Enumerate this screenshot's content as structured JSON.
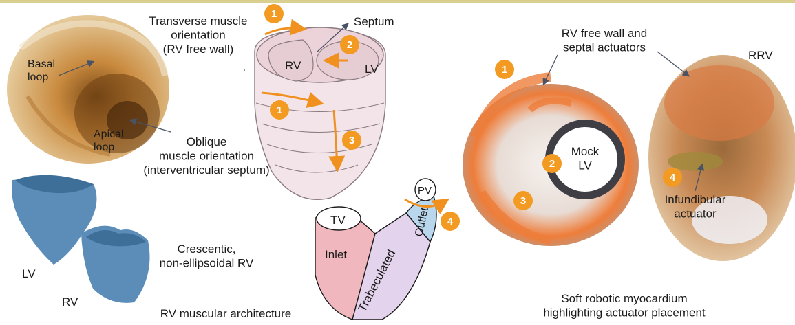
{
  "colors": {
    "top_bar": "#d9cf8e",
    "badge": "#f39a22",
    "arrow": "#f0901e",
    "heart_fill": "#f2e4e8",
    "heart_stroke": "#8a7a80",
    "rv_model": "#5b8db8",
    "inlet": "#f0b7be",
    "trabeculated": "#e3d3ec",
    "outlet": "#b8d6ec",
    "muscle": "#c98a3e",
    "robot_orange": "#ee7d3a",
    "ring": "#3e3e44"
  },
  "left_panel": {
    "basal_loop": "Basal\nloop",
    "apical_loop": "Apical\nloop",
    "transverse_label": "Transverse muscle\norientation\n(RV free wall)",
    "oblique_label": "Oblique\nmuscle orientation\n(interventricular septum)",
    "lv_model_label": "LV",
    "rv_model_label": "RV",
    "crescentic_label": "Crescentic,\nnon-ellipsoidal RV",
    "caption": "RV muscular architecture"
  },
  "heart_diagram": {
    "septum_label": "Septum",
    "rv_label": "RV",
    "lv_label": "LV",
    "badges": [
      "1",
      "2",
      "1",
      "3"
    ]
  },
  "rv_segments": {
    "tv": "TV",
    "pv": "PV",
    "inlet": "Inlet",
    "trabeculated": "Trabeculated",
    "outlet": "Outlet",
    "badge": "4"
  },
  "right_panel": {
    "free_wall_label": "RV free wall and\nseptal actuators",
    "rrv_label": "RRV",
    "mock_lv": "Mock\nLV",
    "infundibular_label": "Infundibular\nactuator",
    "badges": [
      "1",
      "2",
      "3",
      "4"
    ],
    "caption": "Soft robotic myocardium\nhighlighting actuator placement"
  }
}
